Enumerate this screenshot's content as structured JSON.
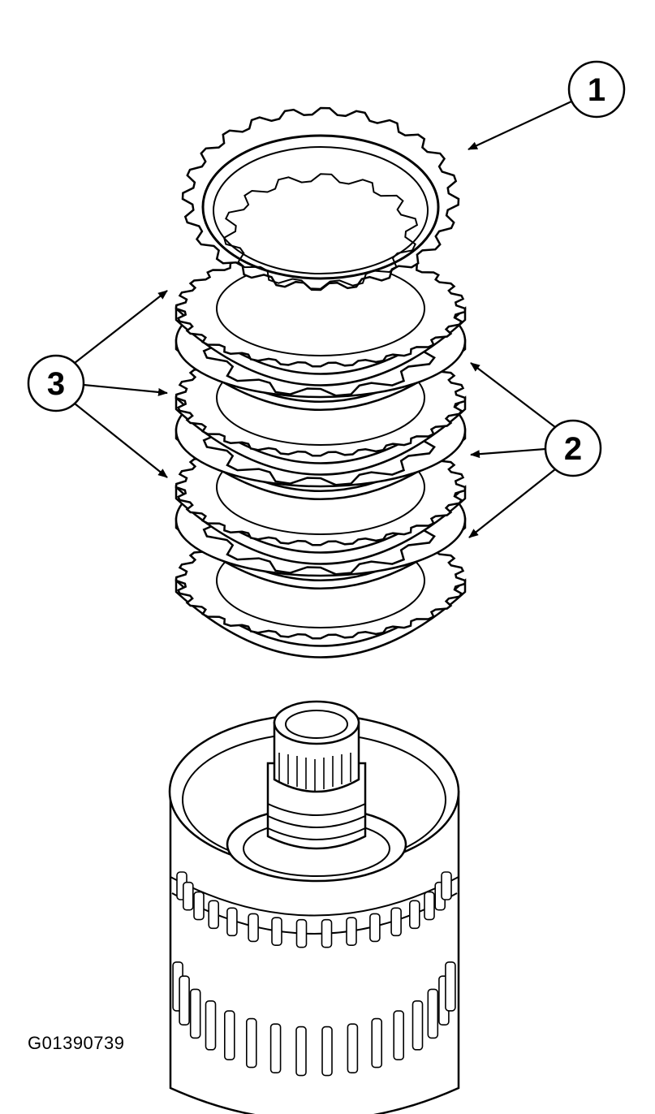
{
  "figure_id": "G01390739",
  "callouts": [
    {
      "label": "1"
    },
    {
      "label": "2"
    },
    {
      "label": "3"
    }
  ],
  "parts": [
    {
      "callout": "1",
      "icon": "retaining-ring-icon"
    },
    {
      "callout": "2",
      "icon": "steel-clutch-plate-icon"
    },
    {
      "callout": "3",
      "icon": "friction-clutch-plate-icon"
    },
    {
      "icon": "clutch-drum-hub-icon"
    }
  ]
}
